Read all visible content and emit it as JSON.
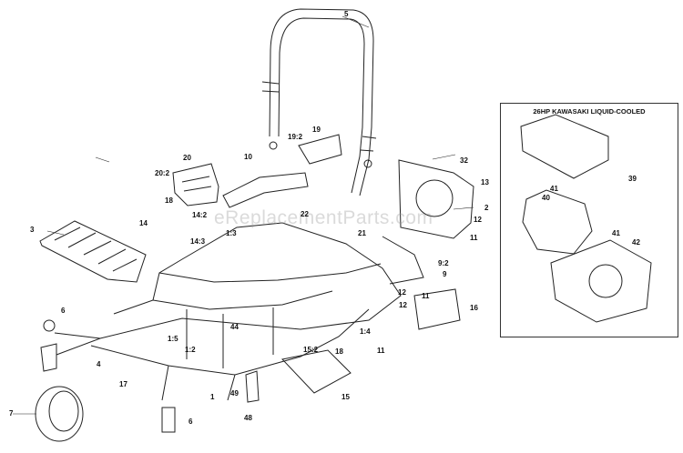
{
  "inset": {
    "title": "26HP KAWASAKI LIQUID-COOLED",
    "callouts": [
      "39",
      "40",
      "41",
      "41",
      "42"
    ]
  },
  "watermark": "eReplacementParts.com",
  "callouts": [
    "5",
    "19:2",
    "19",
    "20",
    "20:2",
    "10",
    "32",
    "13",
    "18",
    "14:2",
    "14",
    "3",
    "14:3",
    "2",
    "12",
    "11",
    "1:3",
    "22",
    "21",
    "9",
    "9:2",
    "12",
    "12",
    "11",
    "16",
    "6",
    "44",
    "1:4",
    "1:5",
    "1:2",
    "11",
    "15:2",
    "18",
    "4",
    "17",
    "15",
    "49",
    "1",
    "7",
    "6",
    "48"
  ],
  "colors": {
    "line": "#222222",
    "background": "#ffffff"
  }
}
